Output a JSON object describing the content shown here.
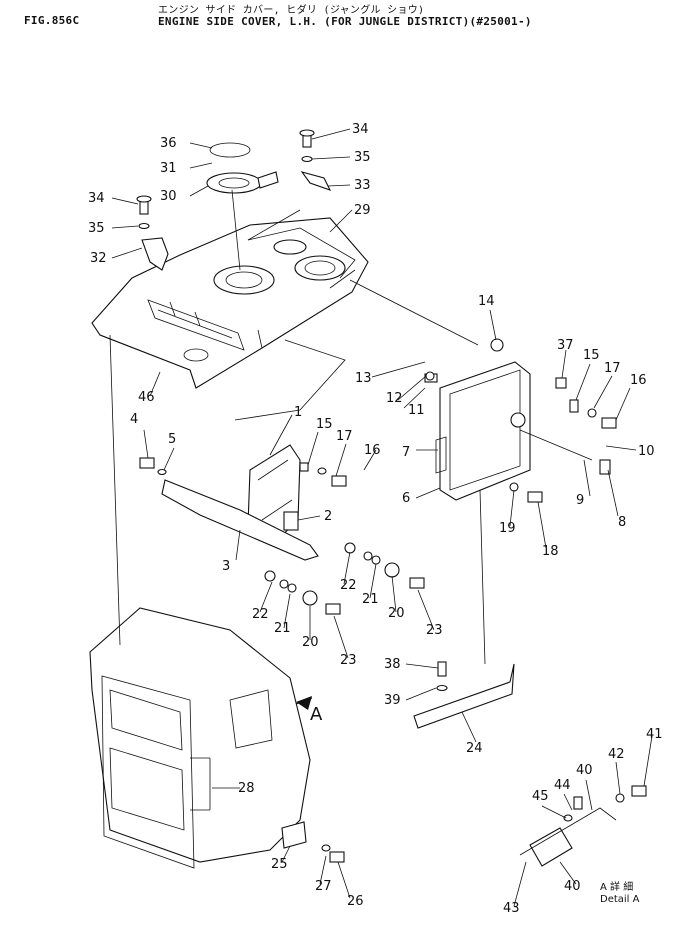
{
  "header": {
    "figure_label": "FIG.856C",
    "title_japanese": "エンジン サイド カバー, ヒダリ (ジャングル ショウ)",
    "title_english": "ENGINE SIDE COVER, L.H. (FOR JUNGLE DISTRICT)(#25001-)"
  },
  "view_marker": "A",
  "detail_caption": {
    "japanese": "A 詳 細",
    "english": "Detail A"
  },
  "part_callouts": [
    "1",
    "2",
    "3",
    "4",
    "5",
    "6",
    "7",
    "8",
    "9",
    "10",
    "11",
    "12",
    "13",
    "14",
    "15",
    "15",
    "15",
    "16",
    "16",
    "17",
    "17",
    "18",
    "19",
    "20",
    "20",
    "21",
    "21",
    "22",
    "22",
    "23",
    "23",
    "24",
    "25",
    "26",
    "27",
    "28",
    "29",
    "30",
    "31",
    "32",
    "33",
    "34",
    "34",
    "34",
    "35",
    "35",
    "35",
    "36",
    "37",
    "38",
    "39",
    "40",
    "40",
    "41",
    "42",
    "43",
    "44",
    "45",
    "46"
  ]
}
